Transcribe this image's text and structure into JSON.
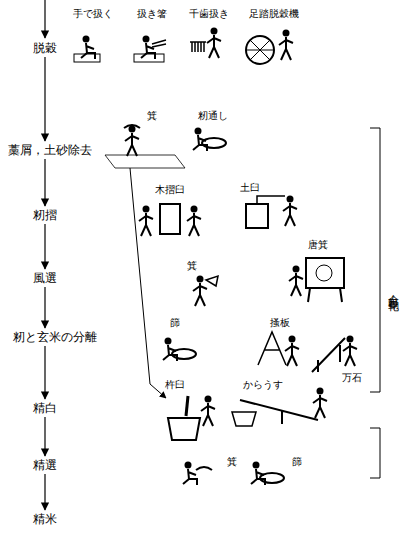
{
  "diagram": {
    "nodes": [
      {
        "text": [
          "脱穀"
        ]
      },
      {
        "text": [
          "藁屑，土砂除去"
        ]
      },
      {
        "text": [
          "籾摺"
        ]
      },
      {
        "text": [
          "風選"
        ]
      },
      {
        "text": [
          "籾と玄米の分離"
        ]
      },
      {
        "text": [
          "精白"
        ]
      },
      {
        "text": [
          "精選"
        ]
      },
      {
        "text": [
          "精米"
        ]
      }
    ],
    "edges": [
      {
        "from": 0,
        "to": 1,
        "arrow": "to"
      },
      {
        "from": 1,
        "to": 2,
        "arrow": "to"
      },
      {
        "from": 2,
        "to": 3,
        "arrow": "to"
      },
      {
        "from": 3,
        "to": 4,
        "arrow": "to"
      },
      {
        "from": 4,
        "to": 5,
        "arrow": "to"
      },
      {
        "from": 5,
        "to": 6,
        "arrow": "to"
      },
      {
        "from": 6,
        "to": 7,
        "arrow": "to"
      }
    ],
    "labels": [
      "手で扱く",
      "扱き箸",
      "千歯扱き",
      "足踏脱穀機",
      "箕",
      "籾通し",
      "木摺臼",
      "土臼",
      "唐箕",
      "箕",
      "篩",
      "搔板",
      "万石",
      "杵臼",
      "からうす",
      "箕",
      "篩",
      "全自動化"
    ]
  }
}
